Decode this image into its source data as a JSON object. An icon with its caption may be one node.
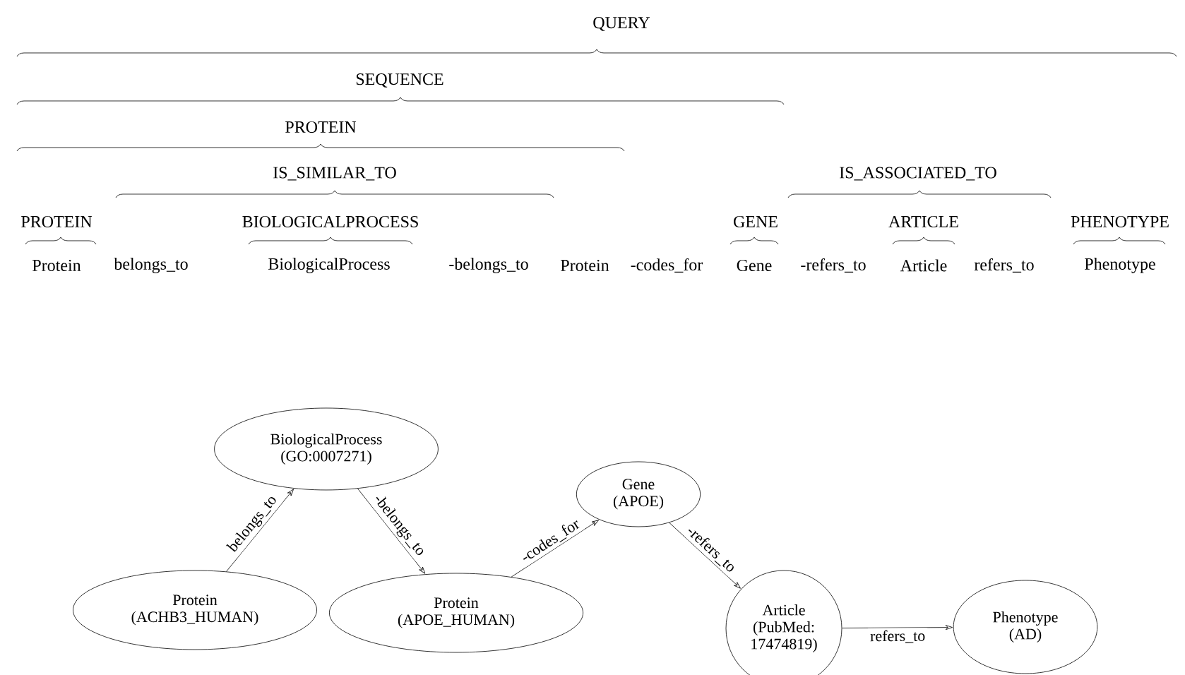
{
  "diagram": {
    "nodes": [
      {
        "text": [
          "BiologicalProcess",
          "(GO:0007271)"
        ]
      },
      {
        "text": [
          "Protein",
          "(ACHB3_HUMAN)"
        ]
      },
      {
        "text": [
          "Protein",
          "(APOE_HUMAN)"
        ]
      },
      {
        "text": [
          "Gene",
          "(APOE)"
        ]
      },
      {
        "text": [
          "Article",
          "(PubMed: 17474819)"
        ]
      },
      {
        "text": [
          "Phenotype",
          "(AD)"
        ]
      }
    ],
    "edges": [
      {
        "from": 1,
        "to": 0,
        "arrow": "to",
        "label": "belongs_to"
      },
      {
        "from": 0,
        "to": 2,
        "arrow": "to",
        "label": "-belongs_to"
      },
      {
        "from": 2,
        "to": 3,
        "arrow": "to",
        "label": "-codes_for"
      },
      {
        "from": 3,
        "to": 4,
        "arrow": "to",
        "label": "-refers_to"
      },
      {
        "from": 4,
        "to": 5,
        "arrow": "to",
        "label": "refers_to"
      }
    ],
    "labels": [
      "QUERY",
      "SEQUENCE",
      "PROTEIN",
      "IS_SIMILAR_TO",
      "IS_ASSOCIATED_TO",
      "PROTEIN",
      "BIOLOGICALPROCESS",
      "GENE",
      "ARTICLE",
      "PHENOTYPE",
      "Protein",
      "belongs_to",
      "BiologicalProcess",
      "-belongs_to",
      "Protein",
      "-codes_for",
      "Gene",
      "-refers_to",
      "Article",
      "refers_to",
      "Phenotype"
    ]
  }
}
